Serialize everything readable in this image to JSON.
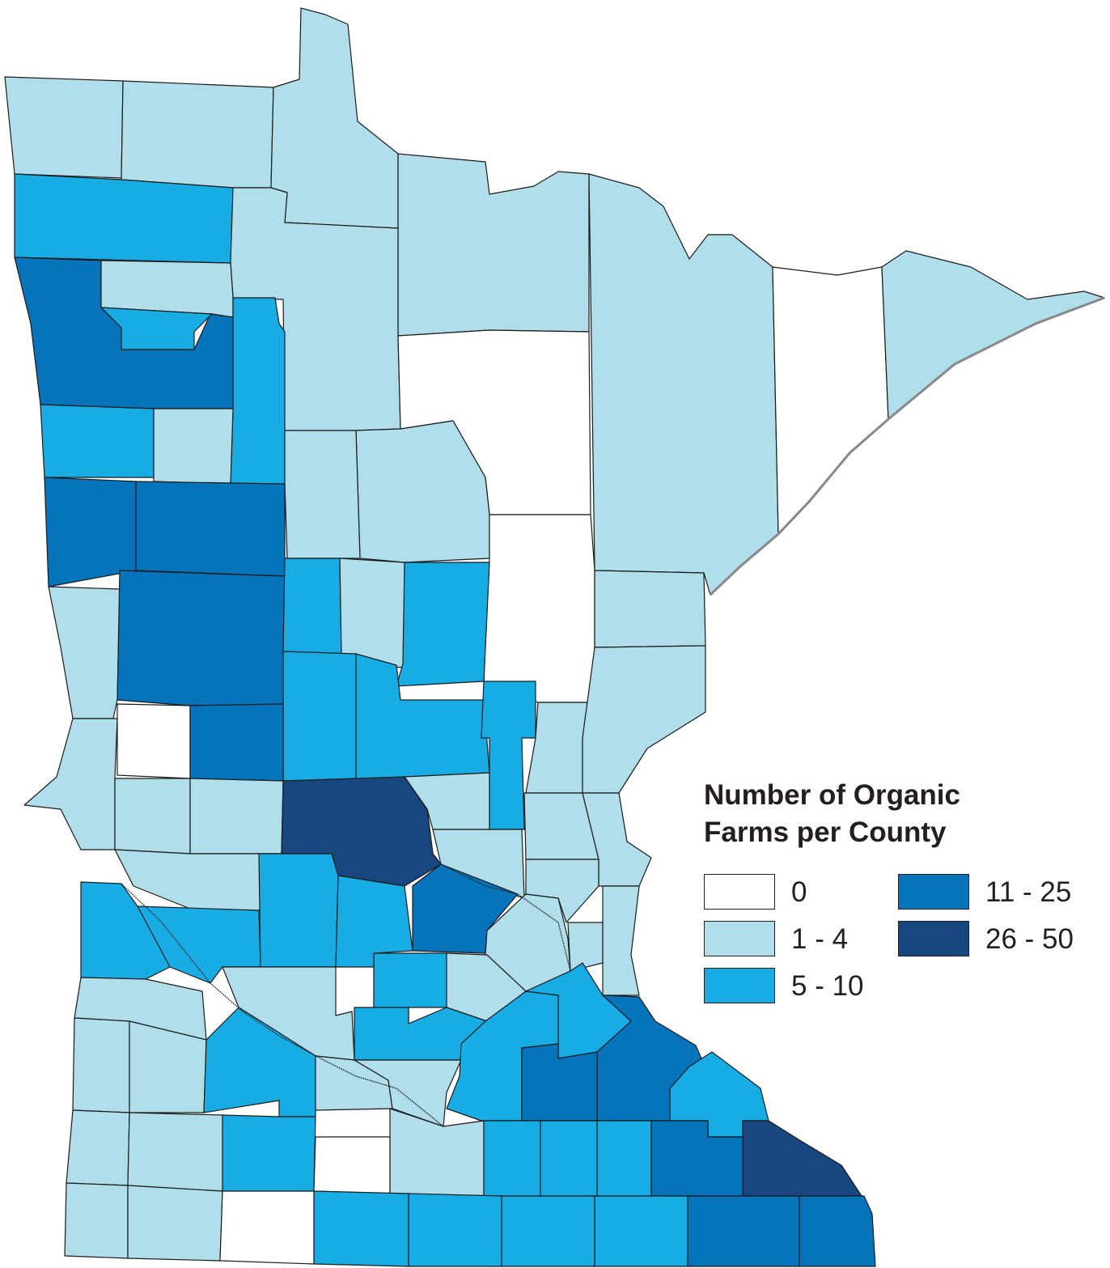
{
  "legend": {
    "title": "Number of  Organic Farms per County",
    "classes": [
      {
        "label": "0",
        "color": "#ffffff"
      },
      {
        "label": "1 - 4",
        "color": "#b1deeb"
      },
      {
        "label": "5 - 10",
        "color": "#17ade4"
      },
      {
        "label": "11 - 25",
        "color": "#0674bb"
      },
      {
        "label": "26 - 50",
        "color": "#18477f"
      }
    ]
  },
  "colors": {
    "outline": "#1a1a1a",
    "lake_superior_shore": "#888888",
    "background": "#ffffff"
  }
}
